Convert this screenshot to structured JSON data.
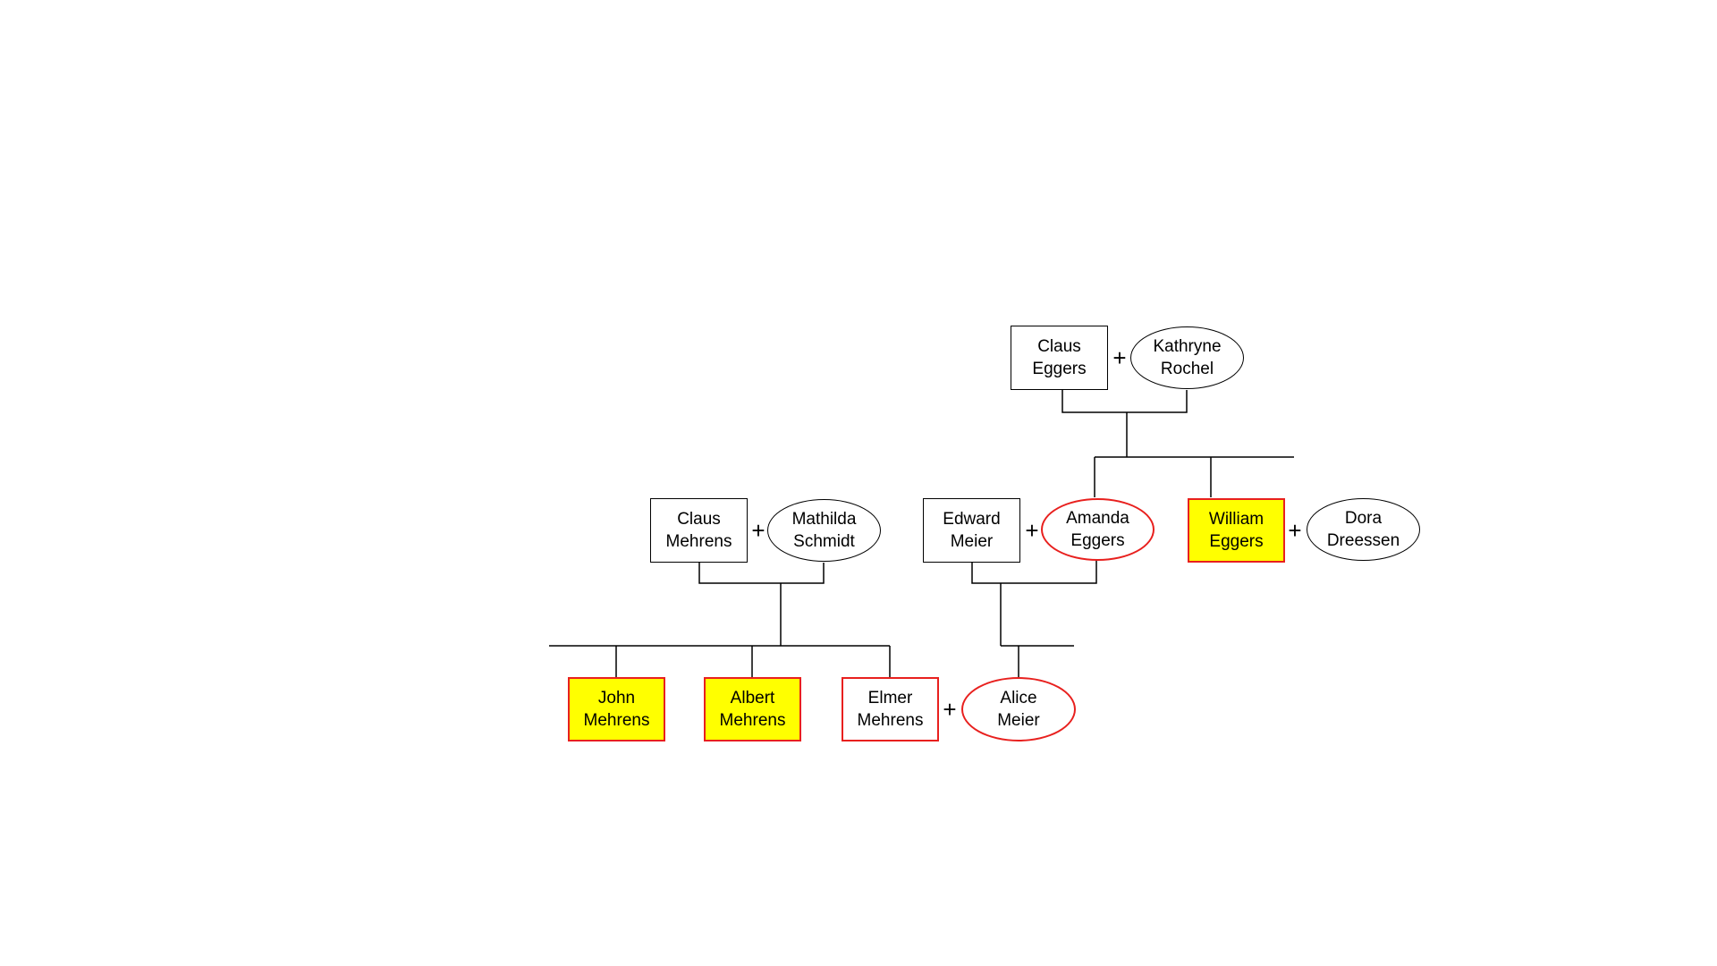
{
  "colors": {
    "line": "#000000",
    "highlight_border": "#e8201e",
    "highlight_fill": "#ffff00"
  },
  "union_symbol": "+",
  "people": {
    "claus_eggers": {
      "name": "Claus\nEggers",
      "sex": "male",
      "highlight": "none"
    },
    "kathryne_rochel": {
      "name": "Kathryne\nRochel",
      "sex": "female",
      "highlight": "none"
    },
    "claus_mehrens": {
      "name": "Claus\nMehrens",
      "sex": "male",
      "highlight": "none"
    },
    "mathilda_schmidt": {
      "name": "Mathilda\nSchmidt",
      "sex": "female",
      "highlight": "none"
    },
    "edward_meier": {
      "name": "Edward\nMeier",
      "sex": "male",
      "highlight": "none"
    },
    "amanda_eggers": {
      "name": "Amanda\nEggers",
      "sex": "female",
      "highlight": "border"
    },
    "william_eggers": {
      "name": "William\nEggers",
      "sex": "male",
      "highlight": "fill"
    },
    "dora_dreessen": {
      "name": "Dora\nDreessen",
      "sex": "female",
      "highlight": "none"
    },
    "john_mehrens": {
      "name": "John\nMehrens",
      "sex": "male",
      "highlight": "fill"
    },
    "albert_mehrens": {
      "name": "Albert\nMehrens",
      "sex": "male",
      "highlight": "fill"
    },
    "elmer_mehrens": {
      "name": "Elmer\nMehrens",
      "sex": "male",
      "highlight": "border"
    },
    "alice_meier": {
      "name": "Alice\nMeier",
      "sex": "female",
      "highlight": "border"
    }
  },
  "unions": [
    {
      "partners": [
        "claus_eggers",
        "kathryne_rochel"
      ],
      "children": [
        "amanda_eggers",
        "william_eggers"
      ]
    },
    {
      "partners": [
        "claus_mehrens",
        "mathilda_schmidt"
      ],
      "children": [
        "john_mehrens",
        "albert_mehrens",
        "elmer_mehrens"
      ]
    },
    {
      "partners": [
        "edward_meier",
        "amanda_eggers"
      ],
      "children": [
        "alice_meier"
      ]
    },
    {
      "partners": [
        "william_eggers",
        "dora_dreessen"
      ],
      "children": []
    },
    {
      "partners": [
        "elmer_mehrens",
        "alice_meier"
      ],
      "children": []
    }
  ]
}
